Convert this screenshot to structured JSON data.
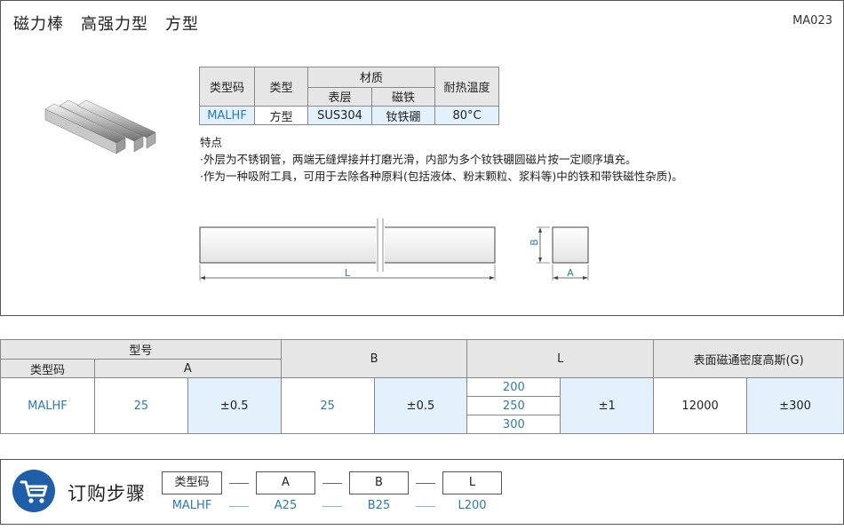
{
  "header": {
    "title": "磁力棒　高强力型　方型",
    "code": "MA023"
  },
  "spec_table": {
    "headers": {
      "type_code": "类型码",
      "type": "类型",
      "material": "材质",
      "surface": "表层",
      "magnet": "磁铁",
      "heat": "耐热温度"
    },
    "row": {
      "type_code": "MALHF",
      "type": "方型",
      "surface": "SUS304",
      "magnet": "钕铁硼",
      "heat": "80°C"
    }
  },
  "features": {
    "title": "特点",
    "lines": [
      "·外层为不锈钢管，两端无缝焊接并打磨光滑，内部为多个钕铁硼圆磁片按一定顺序填充。",
      "·作为一种吸附工具，可用于去除各种原料(包括液体、粉末颗粒、浆料等)中的铁和带铁磁性杂质)。"
    ]
  },
  "drawing": {
    "L": "L",
    "B": "B",
    "A": "A"
  },
  "model_table": {
    "headers": {
      "model": "型号",
      "type_code": "类型码",
      "A": "A",
      "B": "B",
      "L": "L",
      "gauss": "表面磁通密度高斯(G)"
    },
    "row": {
      "type_code": "MALHF",
      "A": "25",
      "A_tol": "±0.5",
      "B": "25",
      "B_tol": "±0.5",
      "L_values": [
        "200",
        "250",
        "300"
      ],
      "L_tol": "±1",
      "gauss": "12000",
      "gauss_tol": "±300"
    }
  },
  "order": {
    "title": "订购步骤",
    "boxes": [
      "类型码",
      "A",
      "B",
      "L"
    ],
    "values": [
      "MALHF",
      "A25",
      "B25",
      "L200"
    ]
  },
  "colors": {
    "accent": "#1f5ea8",
    "link_blue": "#2a7ab8",
    "highlight_bg": "#e2f1fb",
    "header_bg": "#e6e6e6"
  }
}
